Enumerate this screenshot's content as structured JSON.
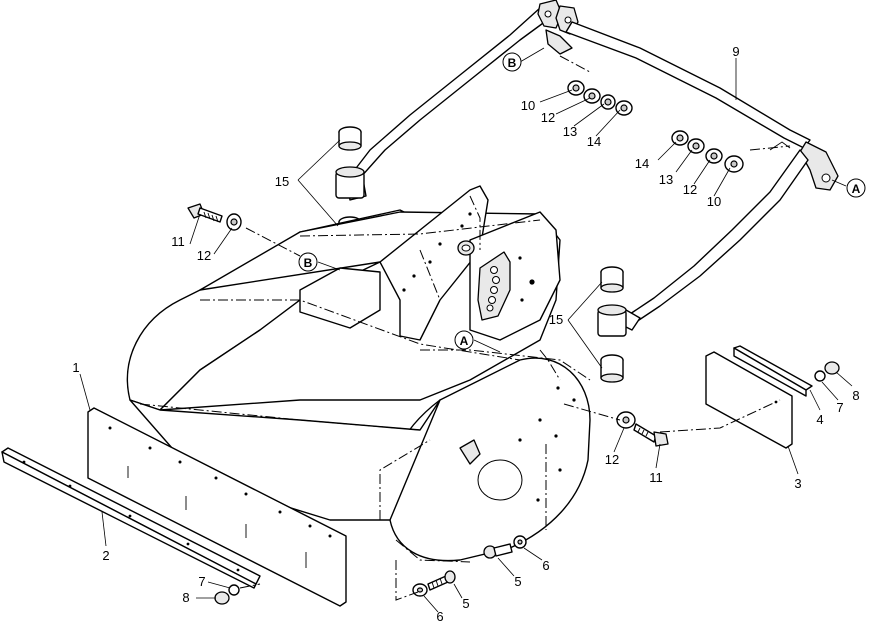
{
  "callouts": {
    "c1": "1",
    "c2": "2",
    "c3": "3",
    "c4": "4",
    "c5a": "5",
    "c5b": "5",
    "c6a": "6",
    "c6b": "6",
    "c7a": "7",
    "c7b": "7",
    "c8a": "8",
    "c8b": "8",
    "c9": "9",
    "c10a": "10",
    "c10b": "10",
    "c11a": "11",
    "c11b": "11",
    "c12a": "12",
    "c12b": "12",
    "c12c": "12",
    "c12d": "12",
    "c13a": "13",
    "c13b": "13",
    "c14a": "14",
    "c14b": "14",
    "c15a": "15",
    "c15b": "15"
  },
  "references": {
    "a_right": "A",
    "a_mid": "A",
    "b_top": "B",
    "b_mid": "B"
  }
}
